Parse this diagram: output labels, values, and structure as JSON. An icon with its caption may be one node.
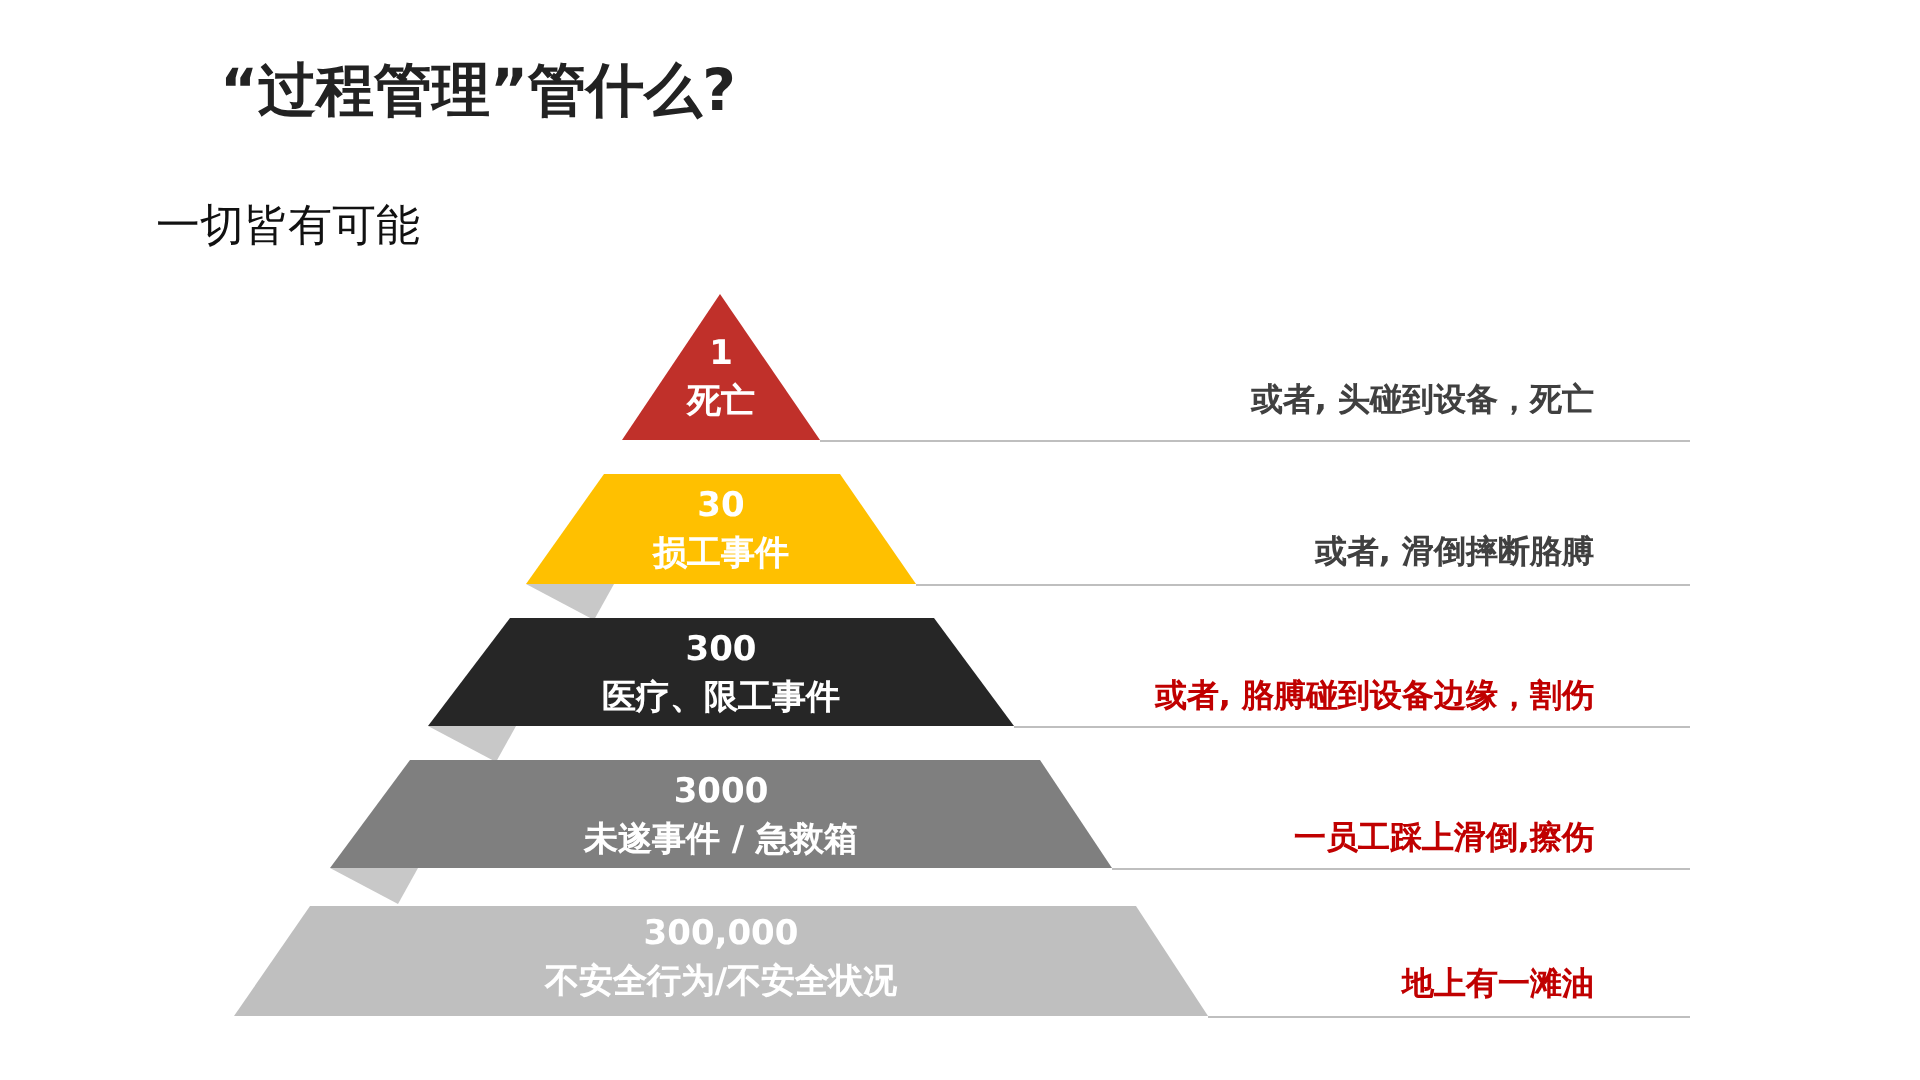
{
  "diagram": {
    "title": "“过程管理”管什么?",
    "nodes": [
      {
        "text": [
          "1",
          "死亡"
        ]
      },
      {
        "text": [
          "30",
          "损工事件"
        ]
      },
      {
        "text": [
          "300",
          "医疗、限工事件"
        ]
      },
      {
        "text": [
          "3000",
          "未遂事件 / 急救箱"
        ]
      },
      {
        "text": [
          "300,000",
          "不安全行为/不安全状况"
        ]
      }
    ],
    "labels": [
      "一切皆有可能",
      "或者, 头碰到设备，死亡",
      "或者, 滑倒摔断胳膊",
      "或者, 胳膊碰到设备边缘，割伤",
      "一员工踩上滑倒,擦伤",
      "地上有一滩油"
    ]
  }
}
